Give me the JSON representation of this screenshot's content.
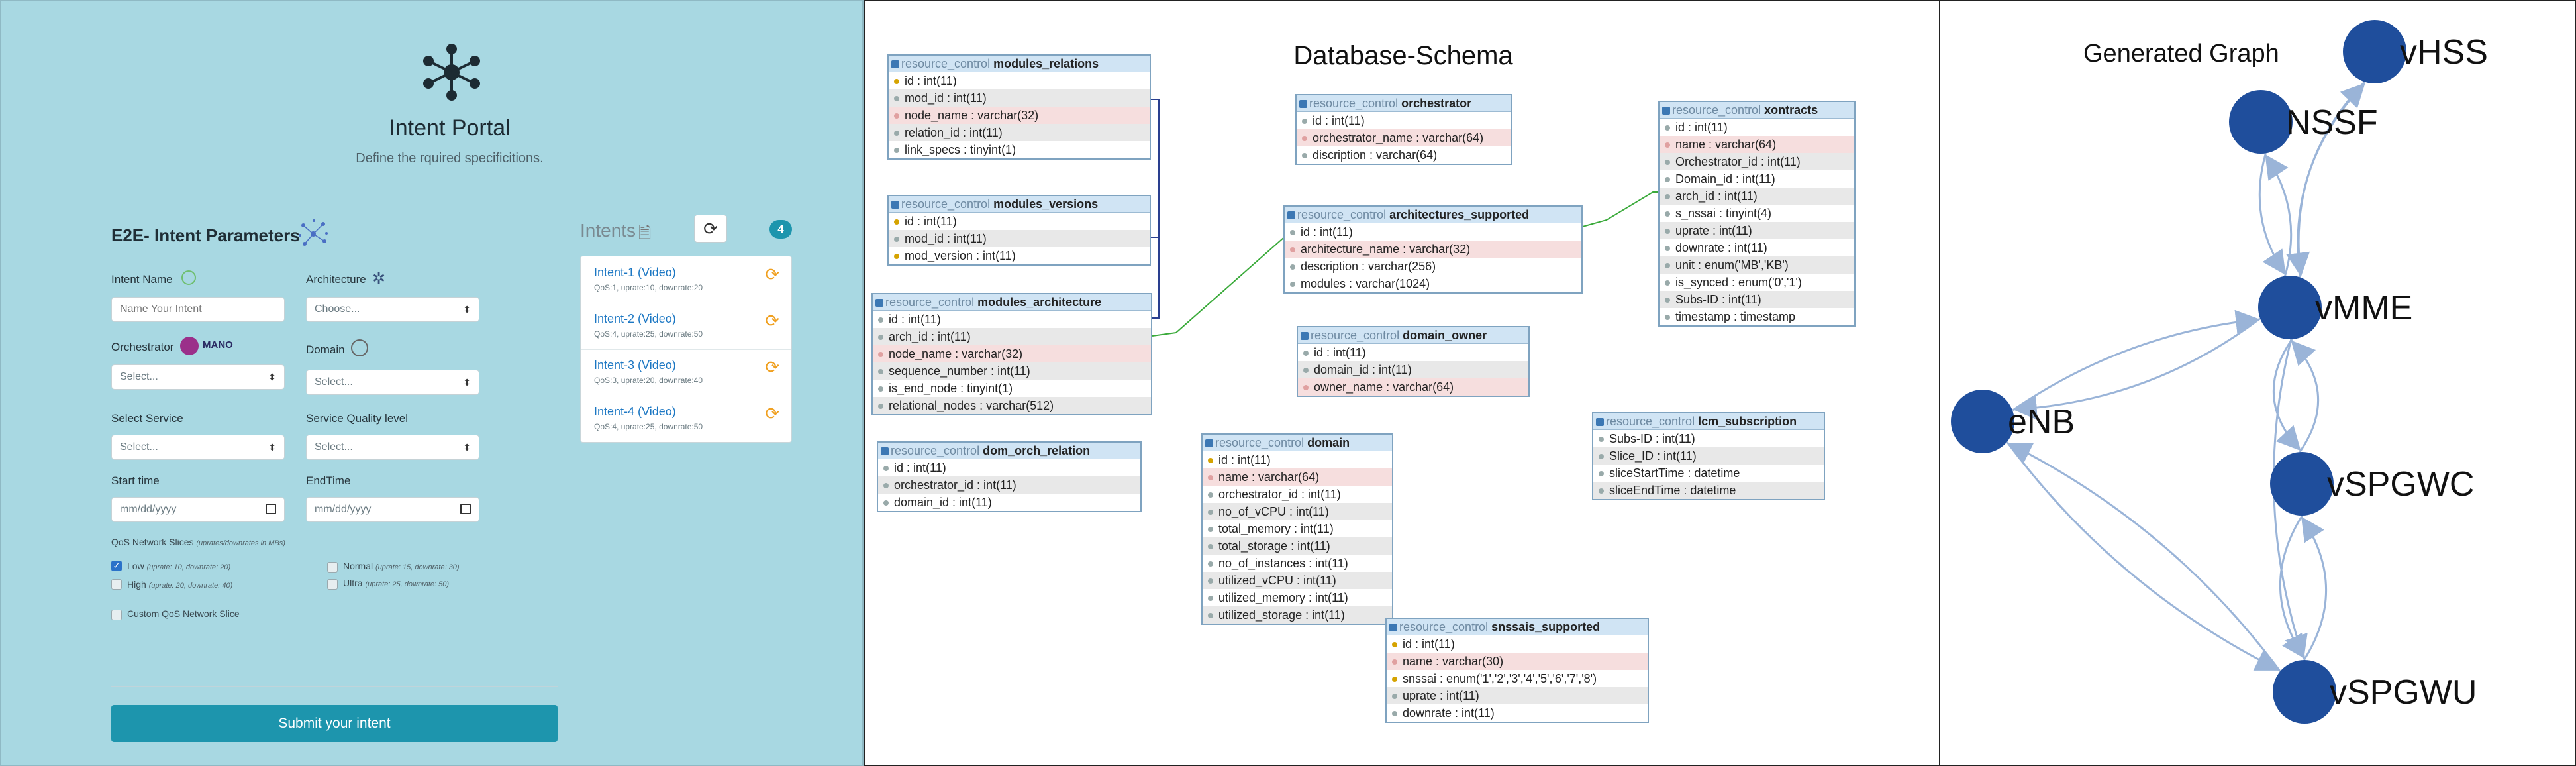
{
  "portal": {
    "title": "Intent Portal",
    "subtitle": "Define the rquired specificitions.",
    "section_title": "E2E- Intent Parameters",
    "fields": {
      "intent_name": {
        "label": "Intent Name",
        "placeholder": "Name Your Intent"
      },
      "architecture": {
        "label": "Architecture",
        "value": "Choose..."
      },
      "orchestrator": {
        "label": "Orchestrator",
        "value": "Select...",
        "badge": "MANO"
      },
      "domain": {
        "label": "Domain",
        "value": "Select..."
      },
      "service": {
        "label": "Select Service",
        "value": "Select..."
      },
      "quality": {
        "label": "Service Quality level",
        "value": "Select..."
      },
      "start_time": {
        "label": "Start time",
        "value": "mm/dd/yyyy"
      },
      "end_time": {
        "label": "EndTime",
        "value": "mm/dd/yyyy"
      }
    },
    "qos_title": "QoS Network Slices",
    "qos_note": "(uprates/downrates in MBs)",
    "qos_options": [
      {
        "label": "Low",
        "detail": "(uprate: 10, downrate: 20)",
        "checked": true
      },
      {
        "label": "Normal",
        "detail": "(uprate: 15, downrate: 30)",
        "checked": false
      },
      {
        "label": "High",
        "detail": "(uprate: 20, downrate: 40)",
        "checked": false
      },
      {
        "label": "Ultra",
        "detail": "(uprate: 25, downrate: 50)",
        "checked": false
      }
    ],
    "custom_slice": "Custom QoS Network Slice",
    "submit_label": "Submit your intent",
    "intents_title": "Intents",
    "intents_count": "4",
    "intents": [
      {
        "name": "Intent-1 (Video)",
        "desc": "QoS:1, uprate:10, downrate:20"
      },
      {
        "name": "Intent-2 (Video)",
        "desc": "QoS:4, uprate:25, downrate:50"
      },
      {
        "name": "Intent-3 (Video)",
        "desc": "QoS:3, uprate:20, downrate:40"
      },
      {
        "name": "Intent-4 (Video)",
        "desc": "QoS:4, uprate:25, downrate:50"
      }
    ]
  },
  "schema": {
    "title": "Database-Schema",
    "prefix": "resource_control",
    "tables": [
      {
        "name": "modules_relations",
        "rows": [
          "id : int(11)",
          "mod_id : int(11)",
          "node_name : varchar(32)",
          "relation_id : int(11)",
          "link_specs : tinyint(1)"
        ]
      },
      {
        "name": "modules_versions",
        "rows": [
          "id : int(11)",
          "mod_id : int(11)",
          "mod_version : int(11)"
        ]
      },
      {
        "name": "modules_architecture",
        "rows": [
          "id : int(11)",
          "arch_id : int(11)",
          "node_name : varchar(32)",
          "sequence_number : int(11)",
          "is_end_node : tinyint(1)",
          "relational_nodes : varchar(512)"
        ]
      },
      {
        "name": "dom_orch_relation",
        "rows": [
          "id : int(11)",
          "orchestrator_id : int(11)",
          "domain_id : int(11)"
        ]
      },
      {
        "name": "orchestrator",
        "rows": [
          "id : int(11)",
          "orchestrator_name : varchar(64)",
          "discription : varchar(64)"
        ]
      },
      {
        "name": "architectures_supported",
        "rows": [
          "id : int(11)",
          "architecture_name : varchar(32)",
          "description : varchar(256)",
          "modules : varchar(1024)"
        ]
      },
      {
        "name": "domain_owner",
        "rows": [
          "id : int(11)",
          "domain_id : int(11)",
          "owner_name : varchar(64)"
        ]
      },
      {
        "name": "domain",
        "rows": [
          "id : int(11)",
          "name : varchar(64)",
          "orchestrator_id : int(11)",
          "no_of_vCPU : int(11)",
          "total_memory : int(11)",
          "total_storage : int(11)",
          "no_of_instances : int(11)",
          "utilized_vCPU : int(11)",
          "utilized_memory : int(11)",
          "utilized_storage : int(11)"
        ]
      },
      {
        "name": "snssais_supported",
        "rows": [
          "id : int(11)",
          "name : varchar(30)",
          "snssai : enum('1','2','3','4','5','6','7','8')",
          "uprate : int(11)",
          "downrate : int(11)"
        ]
      },
      {
        "name": "xontracts",
        "rows": [
          "id : int(11)",
          "name : varchar(64)",
          "Orchestrator_id : int(11)",
          "Domain_id : int(11)",
          "arch_id : int(11)",
          "s_nssai : tinyint(4)",
          "uprate : int(11)",
          "downrate : int(11)",
          "unit : enum('MB','KB')",
          "is_synced : enum('0','1')",
          "Subs-ID : int(11)",
          "timestamp : timestamp"
        ]
      },
      {
        "name": "lcm_subscription",
        "rows": [
          "Subs-ID : int(11)",
          "Slice_ID : int(11)",
          "sliceStartTime : datetime",
          "sliceEndTime : datetime"
        ]
      }
    ]
  },
  "graph": {
    "title": "Generated Graph",
    "node_color": "#1f4e9c",
    "edge_color": "#9ab4d8",
    "nodes": [
      "vHSS",
      "NSSF",
      "vMME",
      "eNB",
      "vSPGWC",
      "vSPGWU"
    ]
  }
}
